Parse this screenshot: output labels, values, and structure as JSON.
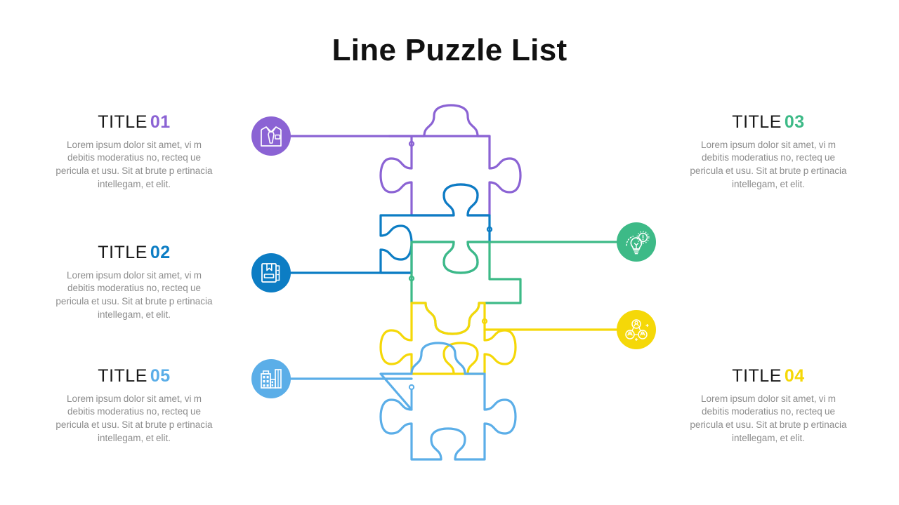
{
  "page": {
    "title": "Line Puzzle List",
    "background": "#ffffff"
  },
  "palette": {
    "purple": "#8B63D4",
    "blue": "#0C7DC4",
    "green": "#3DBA87",
    "yellow": "#F5D808",
    "lightblue": "#5BAEE8",
    "title_color": "#111111",
    "heading_color": "#1a1a1a",
    "body_color": "#8d8d8d"
  },
  "body_text": "Lorem ipsum dolor sit amet, vi m debitis moderatius no, recteq ue pericula et usu. Sit at brute p ertinacia intellegam, et elit.",
  "items": [
    {
      "id": "01",
      "label": "TITLE",
      "number": "01",
      "color": "#8B63D4",
      "side": "left",
      "icon": "shirt-tie-icon",
      "body": "Lorem ipsum dolor sit amet, vi m debitis moderatius no, recteq ue pericula et usu. Sit at brute p ertinacia intellegam, et elit."
    },
    {
      "id": "02",
      "label": "TITLE",
      "number": "02",
      "color": "#0C7DC4",
      "side": "left",
      "icon": "notebook-bookmark-icon",
      "body": "Lorem ipsum dolor sit amet, vi m debitis moderatius no, recteq ue pericula et usu. Sit at brute p ertinacia intellegam, et elit."
    },
    {
      "id": "03",
      "label": "TITLE",
      "number": "03",
      "color": "#3DBA87",
      "side": "right",
      "icon": "lightbulb-idea-icon",
      "body": "Lorem ipsum dolor sit amet, vi m debitis moderatius no, recteq ue pericula et usu. Sit at brute p ertinacia intellegam, et elit."
    },
    {
      "id": "04",
      "label": "TITLE",
      "number": "04",
      "color": "#F5D808",
      "side": "right",
      "icon": "people-network-icon",
      "body": "Lorem ipsum dolor sit amet, vi m debitis moderatius no, recteq ue pericula et usu. Sit at brute p ertinacia intellegam, et elit."
    },
    {
      "id": "05",
      "label": "TITLE",
      "number": "05",
      "color": "#5BAEE8",
      "side": "left",
      "icon": "city-buildings-icon",
      "body": "Lorem ipsum dolor sit amet, vi m debitis moderatius no, recteq ue pericula et usu. Sit at brute p ertinacia intellegam, et elit."
    }
  ],
  "diagram": {
    "type": "puzzle-stack",
    "piece_count": 5,
    "stroke_width": 3.2,
    "description": "Vertical interlocking jigsaw outline of five pieces, each tinted with its item color and joined by a leader line to a circular icon badge."
  }
}
